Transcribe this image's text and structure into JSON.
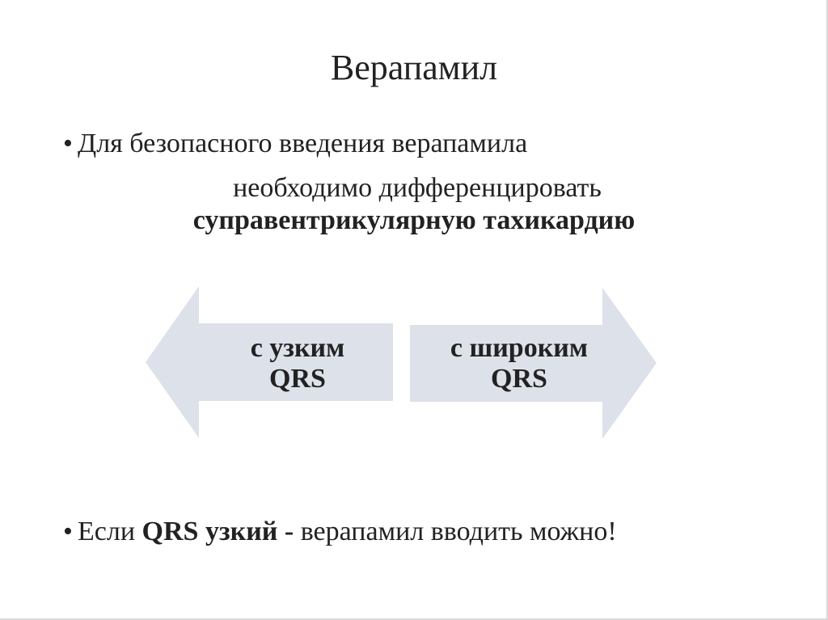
{
  "slide": {
    "title": "Верапамил",
    "bullet1": {
      "marker": "•",
      "text": "Для безопасного введения верапамила",
      "continuation": "необходимо дифференцировать",
      "emphasis": "суправентрикулярную тахикардию"
    },
    "arrows": {
      "fill_color": "#dde2ea",
      "left": {
        "line1": "с  узким",
        "line2": "QRS"
      },
      "right": {
        "line1": "с  широким",
        "line2": "QRS"
      }
    },
    "bullet2": {
      "marker": "•",
      "prefix": "Если ",
      "bold": "QRS узкий -",
      "suffix": " верапамил вводить можно!"
    }
  }
}
